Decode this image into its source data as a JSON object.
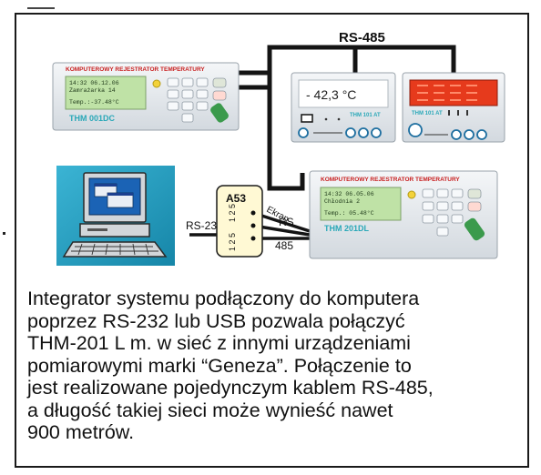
{
  "bus": {
    "label": "RS-485"
  },
  "recorder_top": {
    "header": "KOMPUTEROWY REJESTRATOR TEMPERATURY",
    "lcd_line1": "14:32  06.12.06",
    "lcd_line2": "Zamrażarka 14",
    "lcd_line3": "Temp.:-37.48°C",
    "brand": "THM 001DC"
  },
  "display_left": {
    "value": "- 42,3 °C",
    "model": "THM 101 AT"
  },
  "display_right": {
    "model": "THM 101 AT"
  },
  "recorder_bottom": {
    "header": "KOMPUTEROWY REJESTRATOR TEMPERATURY",
    "lcd_line1": "14:32  06.05.06",
    "lcd_line2": "Chłodnia 2",
    "lcd_line3": "Temp.: 05.48°C",
    "brand": "THM 201DL"
  },
  "converter": {
    "name": "A53",
    "terminal_top": "1 2 5",
    "terminal_bottom": "1 2 5"
  },
  "wire_labels": {
    "rs232": "RS-232",
    "ekran": "Ekran",
    "rs": "RS",
    "n485": "485"
  },
  "caption": [
    "Integrator systemu podłączony do komputera",
    "poprzez RS-232 lub USB pozwala połączyć",
    "THM-201 L m. w sieć z innymi urządzeniami",
    "pomiarowymi marki “Geneza”. Połączenie to",
    "jest realizowane pojedynczym kablem RS-485,",
    "a długość takiej sieci może wynieść nawet",
    "900 metrów."
  ],
  "colors": {
    "frame": "#1a1a1a",
    "wire": "#141414",
    "device_body": "#e7ebef",
    "header_red": "#c81e1e",
    "lcd_green": "#bfe2a6",
    "brand_teal": "#2aa8b8",
    "led_red": "#e63a1c",
    "converter_fill": "#fff9d4",
    "monitor_bg": "#26a2c2"
  }
}
